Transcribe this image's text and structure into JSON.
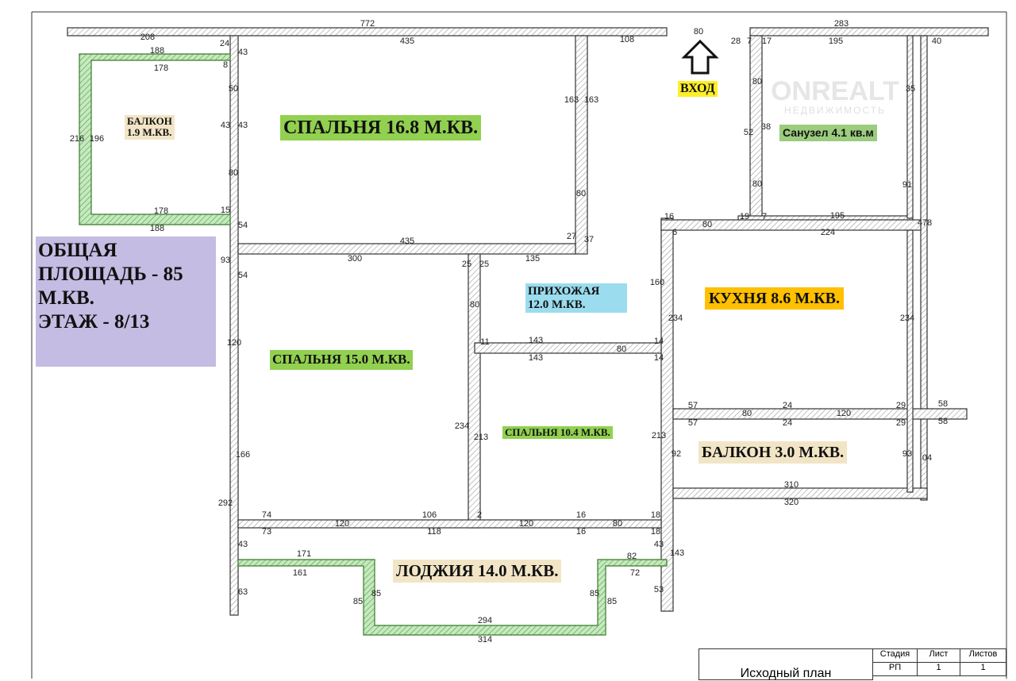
{
  "colors": {
    "room_green": "#92d050",
    "beige": "#f2e5c6",
    "purple": "#c4bce2",
    "yellow": "#ffee2a",
    "bath_green": "#9ccc7e",
    "cyan": "#9bdcee",
    "orange": "#ffc000",
    "balcony_wall": "#4caf50"
  },
  "labels": {
    "bedroom1": "СПАЛЬНЯ 16.8 М.КВ.",
    "balcony_small_1": "БАЛКОН",
    "balcony_small_2": "1.9 М.КВ.",
    "summary_1": "ОБЩАЯ",
    "summary_2": "ПЛОЩАДЬ - 85",
    "summary_3": "М.КВ.",
    "summary_4": "ЭТАЖ - 8/13",
    "entrance": "ВХОД",
    "bathroom": "Санузел 4.1 кв.м",
    "hallway_1": "ПРИХОЖАЯ",
    "hallway_2": "12.0 М.КВ.",
    "kitchen": "КУХНЯ 8.6 М.КВ.",
    "bedroom2": "СПАЛЬНЯ 15.0 М.КВ.",
    "bedroom3": "СПАЛЬНЯ 10.4 М.КВ.",
    "balcony_big": "БАЛКОН 3.0 М.КВ.",
    "loggia": "ЛОДЖИЯ 14.0 М.КВ."
  },
  "watermark": {
    "brand": "ONREALT",
    "sub": "НЕДВИЖИМОСТЬ"
  },
  "title_block": {
    "title": "Исходный план",
    "headers": [
      "Стадия",
      "Лист",
      "Листов"
    ],
    "values": [
      "РП",
      "1",
      "1"
    ]
  },
  "dims": [
    "772",
    "283",
    "80",
    "208",
    "24",
    "435",
    "108",
    "28",
    "7",
    "17",
    "195",
    "40",
    "188",
    "43",
    "178",
    "8",
    "50",
    "163",
    "163",
    "43",
    "43",
    "216",
    "196",
    "80",
    "80",
    "178",
    "15",
    "54",
    "188",
    "435",
    "27",
    "37",
    "93",
    "300",
    "25",
    "25",
    "135",
    "54",
    "80",
    "160",
    "234",
    "143",
    "11",
    "80",
    "14",
    "143",
    "14",
    "120",
    "234",
    "166",
    "234",
    "213",
    "213",
    "57",
    "57",
    "80",
    "24",
    "24",
    "120",
    "29",
    "29",
    "58",
    "58",
    "92",
    "93",
    "04",
    "310",
    "320",
    "292",
    "74",
    "106",
    "2",
    "16",
    "18",
    "73",
    "120",
    "118",
    "120",
    "16",
    "80",
    "18",
    "43",
    "43",
    "143",
    "171",
    "82",
    "161",
    "72",
    "63",
    "53",
    "85",
    "85",
    "85",
    "85",
    "294",
    "314",
    "6",
    "16",
    "80",
    "19",
    "7",
    "195",
    "224",
    "478",
    "35",
    "91",
    "80",
    "52",
    "38",
    "80"
  ]
}
